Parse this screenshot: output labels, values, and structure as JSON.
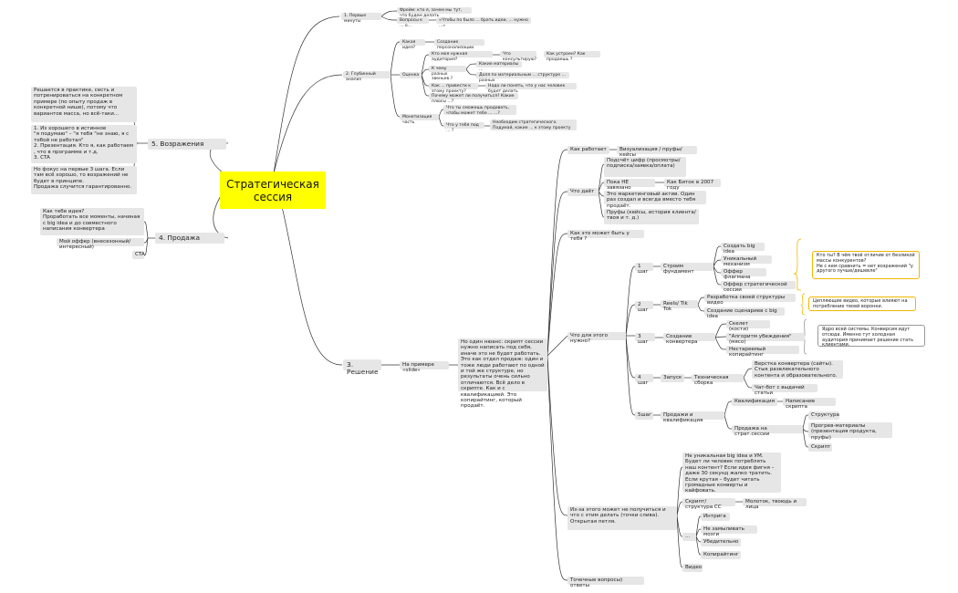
{
  "root": "Стратегическая\nсессия",
  "colors": {
    "root_bg": "#ffff00",
    "node_bg": "#e6e6e6",
    "line": "#333333",
    "callout_border": "#f2b600",
    "brace": "#f2b600",
    "brace_gray": "#999999"
  },
  "branch1": {
    "label": "1. Первые минуты",
    "items": [
      "Фрейм: кто я, зачем мы тут, что будем делать",
      "Вопросы к ... о...",
      "«Чтобы по было ... брать идеи, ... нужно ...»"
    ]
  },
  "branch2": {
    "label": "2. Глубинный анализ",
    "n1": "Какая идея?",
    "n1a": "Создание персонализации",
    "n2": "Оценка",
    "n2a": "Кто моя нужная аудитория?",
    "n2a1": "Что консультирую?",
    "n2a2": "Как устроен? Как продаешь ?",
    "n2b": "К чему разных звеньев ?",
    "n2b1": "Какие материалы ...",
    "n2b2": "Доля по материальным ... структуре ... разных",
    "n2c": "Как ... привести к этому проекту?",
    "n2c1": "Надо ли понять, что у нас человек будет делать",
    "n2d": "Почему может ли получиться? Какие плюсы ...?",
    "n3": "Монетизация часть",
    "n3a": "Что ты сможешь продавать, чтобы может тебе ... ...?",
    "n3b": "Что у тебя под ... ?",
    "n3b1": "Необходим стратегического. Подумай, какие ... к этому проекту"
  },
  "branch5": {
    "label": "5. Возражения",
    "t1": "Решается в практике, сесть и потренироваться на конкретном примере (по опыту продаж в конкретной нише), потому что вариантов масса, но всё-таки...",
    "t2": "1. Из хорошего в истинное\n\"я подумаю\" – \"я тебя \"не знаю, я с тобой не работал\"\n2. Презентация. Кто я, как работаем , что в программе и т.д.\n3. CTA",
    "t3": "Но фокус на первые 3 шага. Если там всё хорошо, то возражений не будет в принципе.\nПродажа случится гарантированно."
  },
  "branch4": {
    "label": "4. Продажа",
    "t1": "Как тебе идея?\nПроработать все моменты, начиная с big idea и до совместного написания конвертера",
    "t2": "Мой оффер (внесезонный/интересный)",
    "t3": "CTA"
  },
  "branch3": {
    "label": "3. Решение",
    "example": "На примере «slide»",
    "desc": "Но один нюанс: скрипт сессии нужно написать под себя, иначе это не будет работать. Это как отдел продаж: один и тоже люди работают по одной и той же структуре, но результаты очень сильно отличаются. Всё дело в скрипте. Как и с квалификацией. Это копирайтинг, который продаёт.",
    "how": "Как работает",
    "how1": "Визуализация / пруфы/ кейсы",
    "gives": "Что даёт",
    "gives1": "Подсчёт цифр (просмотры/подписка/заявка/оплата)",
    "gives2": "Пока НЕ завязано",
    "gives2a": "Как Биток в 2007 году",
    "gives3": "Это маркетинговый актив. Один раз создал и всегда вместо тебя продаёт.",
    "gives4": "Пруфы (кейсы, история клиента/твоя и т. д.)",
    "could": "Как это может быть у тебя ?",
    "need": "Что для этого нужно?",
    "s1": "1 шаг",
    "s1l": "Строим фундамент",
    "s1a": "Создать big idea",
    "s1b": "Уникальный механизм",
    "s1c": "Оффер флагмана",
    "s1d": "Оффер стратегической сессии",
    "s1note": "Кто ты? В чём твоё отличие от безликой массы конкурентов?\nНе с кем сравнить = нет возражений \"у другого лучше/дешевле\"",
    "s2": "2 шаг",
    "s2l": "Reels/ Tik Tok",
    "s2a": "Разработка своей структуры видео",
    "s2b": "Создание сценариев с big idea",
    "s2note": "Цепляющие видео, которые влияют на потребление твоей воронки.",
    "s3": "3 шаг",
    "s3l": "Создание конвертера",
    "s3a": "Скелет (кости)",
    "s3b": "\"Алгоритм убеждения\" (мясо)",
    "s3c": "Нестареемый копирайтинг",
    "s3note": "Ядро всей системы. Конверсия идут отсюда. Именно тут холодная аудитория принимает решение стать клиентами.",
    "s4": "4 шаг",
    "s4l": "Запуск",
    "s4m": "Техническая сборка",
    "s4a": "Верстка конвертера (сайты).\nСтык развлекательного контента и образовательного.",
    "s4b": "Чат-бот с выдачей статьи",
    "s5": "5шаг",
    "s5l": "Продажи и квалификация",
    "s5a": "Квалификация",
    "s5a1": "Написание скрипта",
    "s5b": "Продажа на страт.сессии",
    "s5b1": "Структура",
    "s5b2": "Прогрев-материалы (презентация продукта, пруфы)",
    "s5b3": "Скрипт",
    "fail": "Из-за этого может не получиться и что с этим делать (точки слива). Открытая петля.",
    "f1": "Не уникальная big idea и УМ.\nБудет ли человек потреблять наш контент? Если идея фигня – даже 30 секунд жалко тратить.\nЕсли крутая – будет читать громадные конверты и кайфовать.",
    "f2": "Скрипт/структура СС",
    "f2a": "Молоток, твоюдь и лица",
    "f3": "...",
    "f3a": "Интрига",
    "f3b": "Не замыливать мозги",
    "f3c": "Убедительно",
    "f3d": "Копирайтинг",
    "f4": "Видео",
    "points": "Точечные вопросы) ответы"
  }
}
